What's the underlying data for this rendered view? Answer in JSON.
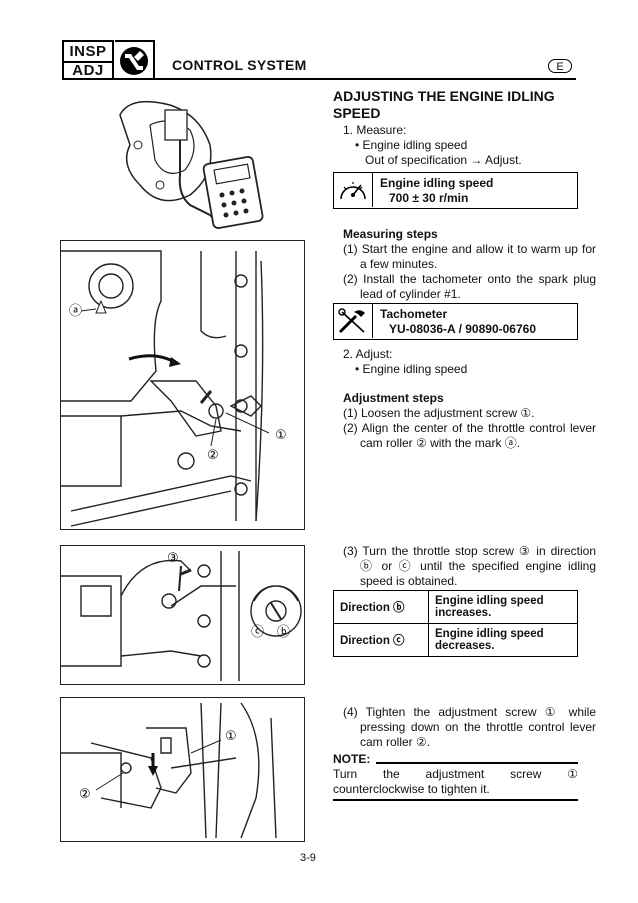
{
  "header": {
    "badge_line1": "INSP",
    "badge_line2": "ADJ",
    "title": "CONTROL SYSTEM",
    "lang": "E"
  },
  "section": {
    "title": "ADJUSTING THE ENGINE IDLING SPEED",
    "step1": "1. Measure:",
    "step1_bullet": "• Engine idling speed",
    "step1_sub": "Out of specification → Adjust.",
    "spec_label": "Engine idling speed",
    "spec_value": "700 ± 30 r/min",
    "measuring_heading": "Measuring steps",
    "measuring_1": "(1) Start the engine and allow it to warm up for a few minutes.",
    "measuring_2": "(2) Install the tachometer onto the spark plug lead of cylinder #1.",
    "tool_label": "Tachometer",
    "tool_value": "YU-08036-A / 90890-06760",
    "step2": "2. Adjust:",
    "step2_bullet": "• Engine idling speed",
    "adjust_heading": "Adjustment steps",
    "adjust_1": "(1) Loosen the adjustment screw ①.",
    "adjust_2": "(2) Align the center of the throttle control lever cam roller ② with the mark ⓐ.",
    "adjust_3": "(3) Turn the throttle stop screw ③ in direction ⓑ or ⓒ until the specified engine idling speed is obtained.",
    "dir_b_label": "Direction ⓑ",
    "dir_b_value": "Engine idling speed increases.",
    "dir_c_label": "Direction ⓒ",
    "dir_c_value": "Engine idling speed decreases.",
    "adjust_4": "(4) Tighten the adjustment screw ① while pressing down on the throttle control lever cam roller ②.",
    "note_label": "NOTE:",
    "note_text": "Turn the adjustment screw ① counterclockwise to tighten it."
  },
  "figures": {
    "fig2_labels": {
      "a": "ⓐ",
      "n1": "①",
      "n2": "②"
    },
    "fig3_labels": {
      "n3": "③",
      "c": "ⓒ",
      "b": "ⓑ"
    },
    "fig4_labels": {
      "n1": "①",
      "n2": "②"
    }
  },
  "page_number": "3-9"
}
